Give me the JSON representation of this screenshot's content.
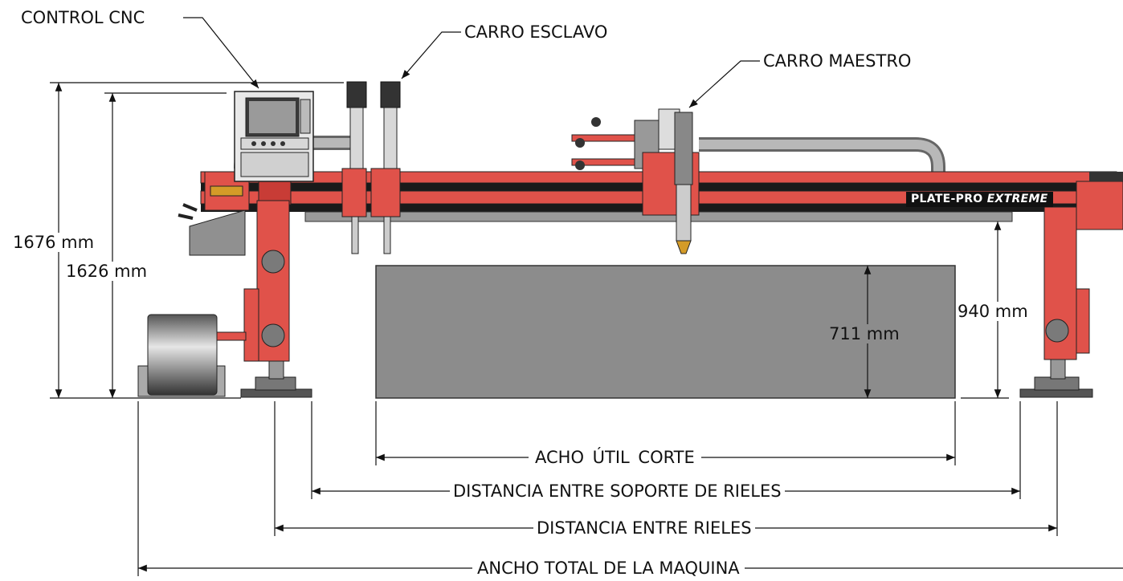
{
  "callouts": {
    "cnc": "CONTROL CNC",
    "slave": "CARRO ESCLAVO",
    "master": "CARRO MAESTRO"
  },
  "heights": {
    "total": "1676 mm",
    "gantry": "1626 mm",
    "table": "711 mm",
    "clearance": "940 mm"
  },
  "widths": {
    "cut": "ACHO ÚTIL CORTE",
    "support": "DISTANCIA ENTRE SOPORTE DE RIELES",
    "rails": "DISTANCIA ENTRE RIELES",
    "total": "ANCHO TOTAL DE LA MAQUINA"
  },
  "brand": {
    "name": "PLATE-PRO",
    "model": "EXTREME"
  },
  "colors": {
    "machine_red": "#e0524a",
    "steel_gray": "#8c8c8c",
    "line": "#111111"
  }
}
